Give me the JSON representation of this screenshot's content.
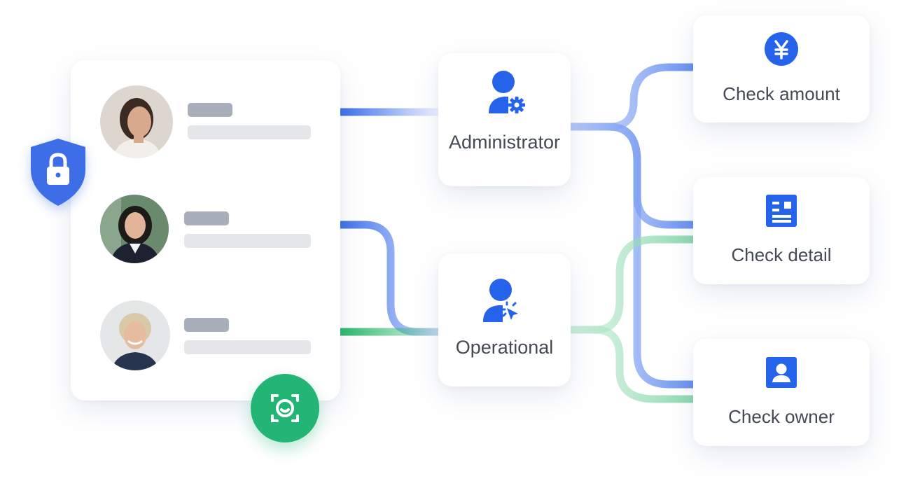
{
  "roles": {
    "administrator": {
      "label": "Administrator",
      "icon": "user-gear-icon"
    },
    "operational": {
      "label": "Operational",
      "icon": "user-click-icon"
    }
  },
  "actions": [
    {
      "label": "Check amount",
      "icon": "yen-icon"
    },
    {
      "label": "Check detail",
      "icon": "document-icon"
    },
    {
      "label": "Check owner",
      "icon": "id-card-icon"
    }
  ],
  "users": [
    {
      "avatar": "user-avatar-1"
    },
    {
      "avatar": "user-avatar-2"
    },
    {
      "avatar": "user-avatar-3"
    }
  ],
  "badges": {
    "security": "lock-shield-icon",
    "face_scan": "face-scan-icon"
  },
  "colors": {
    "accent_blue": "#2563eb",
    "accent_green": "#22b573",
    "text": "#444a55",
    "bar_dark": "#a9afba",
    "bar_light": "#e4e6ea"
  }
}
